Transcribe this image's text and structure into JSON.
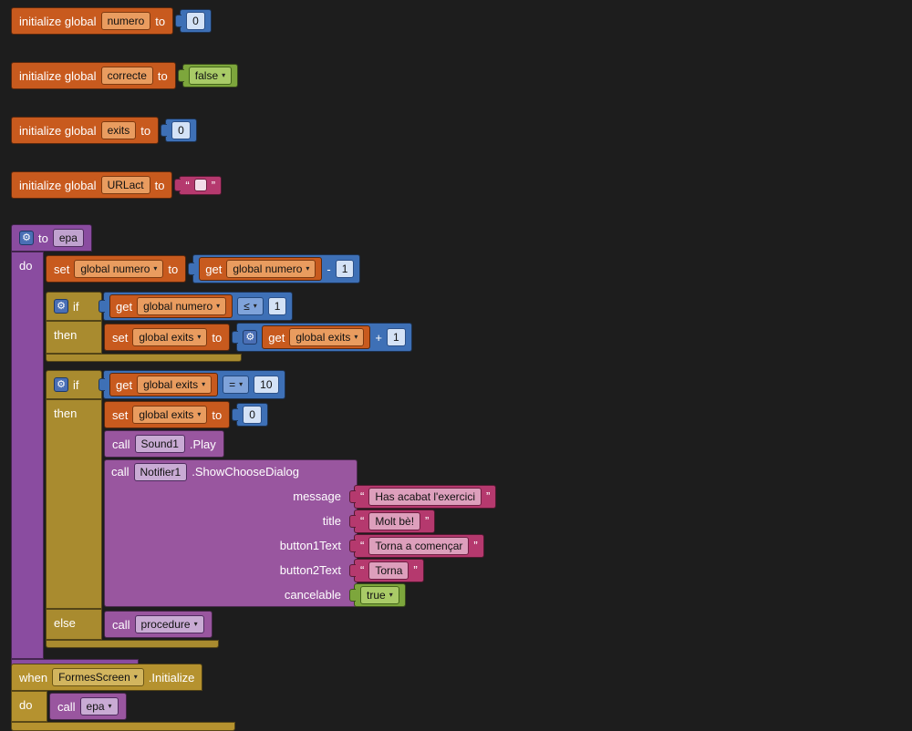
{
  "canvas": {
    "background": "#1d1d1d"
  },
  "colors": {
    "variables": "#c85a1e",
    "math": "#3e70b6",
    "logic": "#7da63c",
    "text": "#b5396e",
    "procedure": "#8a4ca0",
    "component_call": "#99569f",
    "control": "#a98b2f",
    "event": "#b5922f"
  },
  "icons": {
    "gear": "⚙",
    "caret": "▾",
    "quote_open": "“",
    "quote_close": "”"
  },
  "labels": {
    "initialize_global": "initialize global",
    "to": "to",
    "get": "get",
    "set": "set",
    "if": "if",
    "then": "then",
    "else": "else",
    "do": "do",
    "call": "call",
    "when": "when"
  },
  "globals": [
    {
      "name": "numero",
      "value": "0"
    },
    {
      "name": "correcte",
      "value": "false"
    },
    {
      "name": "exits",
      "value": "0"
    },
    {
      "name": "URLact",
      "value": ""
    }
  ],
  "proc": {
    "name": "epa",
    "set_numero": {
      "var": "global numero"
    },
    "sub": {
      "var": "global numero",
      "op": "-",
      "num": "1"
    },
    "if1": {
      "cond": {
        "var": "global numero",
        "op": "≤",
        "num": "1"
      },
      "set_exits": {
        "var": "global exits"
      },
      "add": {
        "var": "global exits",
        "op": "+",
        "num": "1"
      }
    },
    "if2": {
      "cond": {
        "var": "global exits",
        "op": "=",
        "num": "10"
      },
      "set_exits": {
        "var": "global exits",
        "num": "0"
      },
      "sound": {
        "component": "Sound1",
        "method": ".Play"
      },
      "notifier": {
        "component": "Notifier1",
        "method": ".ShowChooseDialog",
        "params": [
          {
            "label": "message",
            "value": "Has acabat l'exercici"
          },
          {
            "label": "title",
            "value": "Molt bè!"
          },
          {
            "label": "button1Text",
            "value": "Torna a començar"
          },
          {
            "label": "button2Text",
            "value": "Torna"
          }
        ],
        "cancelable_label": "cancelable",
        "cancelable_value": "true"
      },
      "call_proc": {
        "name": "procedure"
      }
    }
  },
  "event": {
    "component": "FormesScreen",
    "method": ".Initialize",
    "call_name": "epa"
  }
}
